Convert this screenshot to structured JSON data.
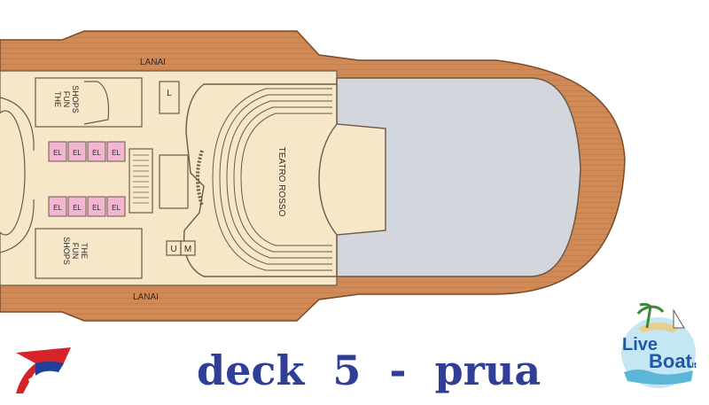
{
  "plan": {
    "labels": {
      "lanai_top": "LANAI",
      "lanai_bottom": "LANAI",
      "shops_top": [
        "THE",
        "FUN",
        "SHOPS"
      ],
      "shops_bottom": [
        "THE",
        "FUN",
        "SHOPS"
      ],
      "theater": "TEATRO ROSSO",
      "elevator": "EL",
      "restroom_l": "L",
      "restroom_u": "U",
      "restroom_m": "M"
    },
    "colors": {
      "hull": "#d08a55",
      "deck": "#f6e7c8",
      "outline": "#6b5a48",
      "grey_area": "#d3d6dc",
      "elevator": "#f2b6d3"
    }
  },
  "caption": "deck  5  -  prua",
  "logos": {
    "carnival": "carnival-funnel-logo",
    "liveboat_line1": "Live",
    "liveboat_line2": "Boat",
    "liveboat_suffix": ".it"
  }
}
